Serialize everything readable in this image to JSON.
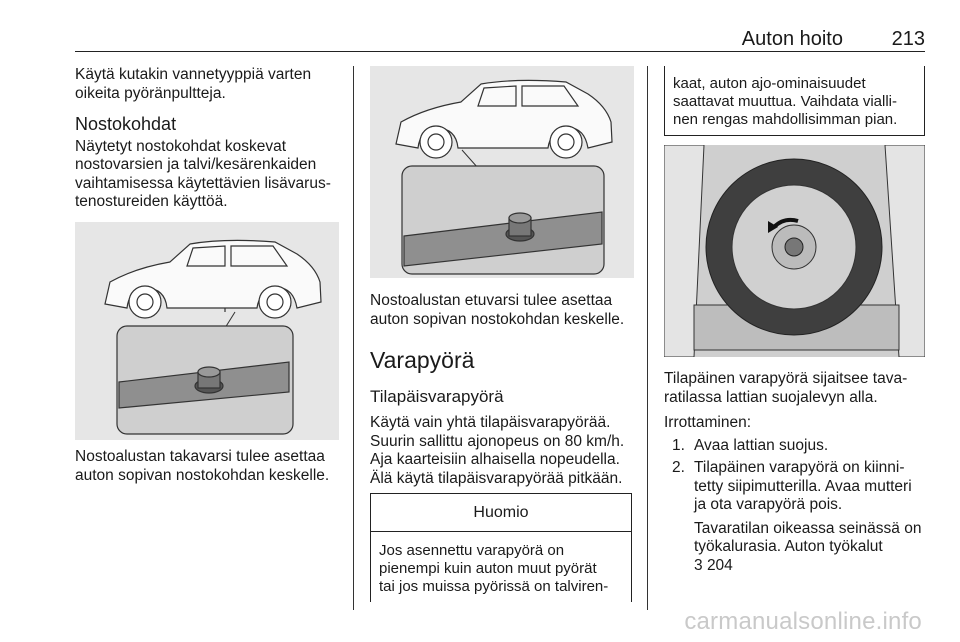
{
  "header": {
    "title": "Auton hoito",
    "page_number": "213"
  },
  "col1": {
    "intro": [
      "Käytä kutakin vannetyyppiä varten",
      "oikeita pyöränpultteja."
    ],
    "heading": "Nostokohdat",
    "para": [
      "Näytetyt nostokohdat koskevat",
      "nostovarsien ja talvi/kesärenkaiden",
      "vaihtamisessa käytettävien lisävarus-",
      "tenostureiden käyttöä."
    ],
    "caption": [
      "Nostoalustan takavarsi tulee asettaa",
      "auton sopivan nostokohdan keskelle."
    ]
  },
  "col2": {
    "caption": [
      "Nostoalustan etuvarsi tulee asettaa",
      "auton sopivan nostokohdan keskelle."
    ],
    "heading": "Varapyörä",
    "subheading": "Tilapäisvarapyörä",
    "para": [
      "Käytä vain yhtä tilapäisvarapyörää.",
      "Suurin sallittu ajonopeus on 80 km/h.",
      "Aja kaarteisiin alhaisella nopeudella.",
      "Älä käytä tilapäisvarapyörää pitkään."
    ],
    "notice_title": "Huomio",
    "notice_text": [
      "Jos asennettu varapyörä on",
      "pienempi kuin auton muut pyörät",
      "tai jos muissa pyörissä on talviren-"
    ]
  },
  "col3": {
    "notice_cont": [
      "kaat, auton ajo-ominaisuudet",
      "saattavat muuttua. Vaihdata vialli-",
      "nen rengas mahdollisimman pian."
    ],
    "caption": [
      "Tilapäinen varapyörä sijaitsee tava-",
      "ratilassa lattian suojalevyn alla."
    ],
    "removal_label": "Irrottaminen:",
    "steps": [
      {
        "num": "1.",
        "lines": [
          "Avaa lattian suojus."
        ]
      },
      {
        "num": "2.",
        "lines": [
          "Tilapäinen varapyörä on kiinni-",
          "tetty siipimutterilla. Avaa mutteri",
          "ja ota varapyörä pois."
        ]
      }
    ],
    "extra": [
      "Tavaratilan oikeassa seinässä on",
      "työkalurasia. Auton työkalut"
    ],
    "ref_symbol": "3",
    "ref_page": "204"
  },
  "watermark": "carmanualsonline.info"
}
